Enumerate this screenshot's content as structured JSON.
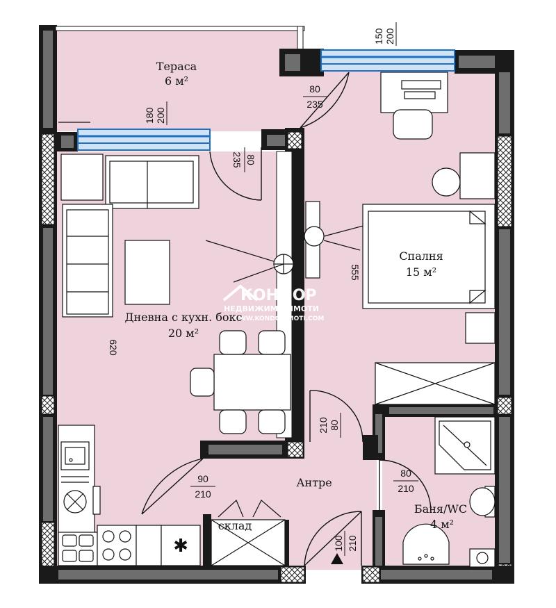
{
  "rooms": {
    "terrace": {
      "name": "Тераса",
      "area": "6 м²"
    },
    "living": {
      "name": "Дневна с кухн. бокс",
      "area": "20 м²"
    },
    "bedroom": {
      "name": "Спалня",
      "area": "15 м²"
    },
    "hall": {
      "name": "Антре"
    },
    "storage": {
      "name": "склад"
    },
    "bathroom": {
      "name": "Баня/WC",
      "area": "4 м²"
    }
  },
  "dimensions": {
    "window_bedroom_top": "200",
    "window_bedroom_bottom": "150",
    "window_living_top": "200",
    "window_living_bottom": "180",
    "terrace_door_right_top": "80",
    "terrace_door_right_bottom": "235",
    "terrace_door_left_top": "80",
    "terrace_door_left_bottom": "235",
    "bedroom_length": "555",
    "living_length": "620",
    "bedroom_door_top": "80",
    "bedroom_door_bottom": "210",
    "living_door_top": "90",
    "living_door_bottom": "210",
    "bath_door_top": "80",
    "bath_door_bottom": "210",
    "entrance_door_top": "100",
    "entrance_door_bottom": "210"
  },
  "watermark": {
    "brand": "КОНДОР",
    "tagline": "НЕДВИЖИМИ ИМОТИ",
    "site": "WWW.KONDORIMOTI.COM"
  },
  "colors": {
    "floor": "#EED3DC",
    "wall": "#1A1A1A",
    "wall_core": "#6E6E6E",
    "window_glass": "#CFE3F5",
    "window_frame": "#1F6FC4",
    "fixture_fill": "#FFFFFF"
  },
  "icons": {
    "freezer_symbol": "snowflake-asterisk",
    "entrance_marker": "triangle-up"
  }
}
